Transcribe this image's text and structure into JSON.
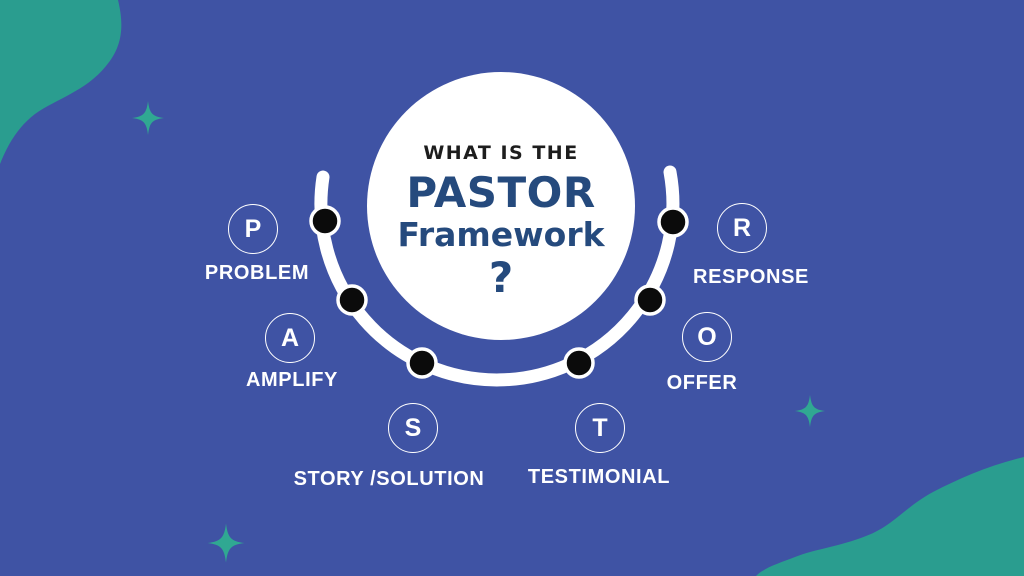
{
  "title": {
    "eyebrow": "WHAT IS THE",
    "name": "PASTOR",
    "word": "Framework",
    "question_mark": "?"
  },
  "steps": [
    {
      "letter": "P",
      "label": "PROBLEM"
    },
    {
      "letter": "A",
      "label": "AMPLIFY"
    },
    {
      "letter": "S",
      "label": "STORY /SOLUTION"
    },
    {
      "letter": "T",
      "label": "TESTIMONIAL"
    },
    {
      "letter": "O",
      "label": "OFFER"
    },
    {
      "letter": "R",
      "label": "RESPONSE"
    }
  ],
  "decor": {
    "sparkle_icon": "four-point-star",
    "blob_top_left": "organic-teal-blob",
    "blob_bottom_right": "organic-teal-blob",
    "arc": "white-semicircle-path-with-6-dots"
  },
  "colors": {
    "background": "#3f53a4",
    "teal": "#2a9d8f",
    "sparkle": "#30a892",
    "white": "#ffffff",
    "navy_text": "#254a7d",
    "eyebrow_text": "#1d1d1d",
    "dot_black": "#0b0b0b"
  }
}
